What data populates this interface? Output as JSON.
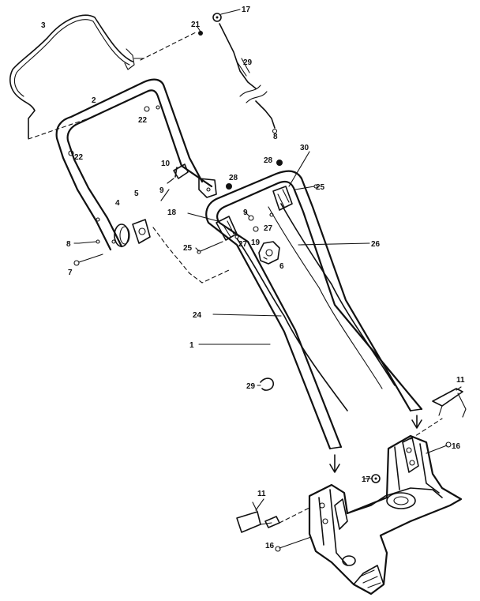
{
  "callouts": [
    {
      "id": "c3",
      "text": "3"
    },
    {
      "id": "c21",
      "text": "21"
    },
    {
      "id": "c17a",
      "text": "17"
    },
    {
      "id": "c29a",
      "text": "29"
    },
    {
      "id": "c2",
      "text": "2"
    },
    {
      "id": "c22a",
      "text": "22"
    },
    {
      "id": "c22b",
      "text": "22"
    },
    {
      "id": "c8a",
      "text": "8"
    },
    {
      "id": "c30",
      "text": "30"
    },
    {
      "id": "c28a",
      "text": "28"
    },
    {
      "id": "c28b",
      "text": "28"
    },
    {
      "id": "c10",
      "text": "10"
    },
    {
      "id": "c9a",
      "text": "9"
    },
    {
      "id": "c25a",
      "text": "25"
    },
    {
      "id": "c18",
      "text": "18"
    },
    {
      "id": "c9b",
      "text": "9"
    },
    {
      "id": "c27a",
      "text": "27"
    },
    {
      "id": "c27b",
      "text": "27"
    },
    {
      "id": "c19",
      "text": "19"
    },
    {
      "id": "c4",
      "text": "4"
    },
    {
      "id": "c5",
      "text": "5"
    },
    {
      "id": "c26",
      "text": "26"
    },
    {
      "id": "c8b",
      "text": "8"
    },
    {
      "id": "c25b",
      "text": "25"
    },
    {
      "id": "c6",
      "text": "6"
    },
    {
      "id": "c7",
      "text": "7"
    },
    {
      "id": "c24",
      "text": "24"
    },
    {
      "id": "c1",
      "text": "1"
    },
    {
      "id": "c29b",
      "text": "29"
    },
    {
      "id": "c11a",
      "text": "11"
    },
    {
      "id": "c16a",
      "text": "16"
    },
    {
      "id": "c17b",
      "text": "17"
    },
    {
      "id": "c11b",
      "text": "11"
    },
    {
      "id": "c16b",
      "text": "16"
    }
  ]
}
